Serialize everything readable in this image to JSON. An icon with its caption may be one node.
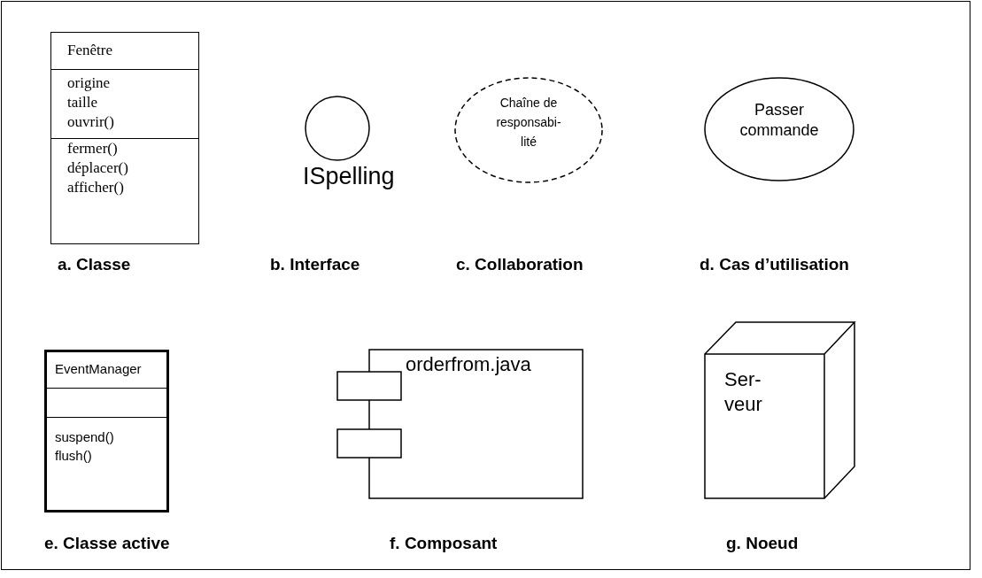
{
  "diagram": {
    "nodes": [
      {
        "text": [
          "Fenêtre",
          "origine taille ouvrir()",
          "fermer() déplacer() afficher()"
        ]
      },
      {
        "text": [
          "ISpelling"
        ]
      },
      {
        "text": [
          "Chaîne de responsabi- lité"
        ]
      },
      {
        "text": [
          "Passer commande"
        ]
      },
      {
        "text": [
          "EventManager",
          "suspend() flush()"
        ]
      },
      {
        "text": [
          "orderfrom.java"
        ]
      },
      {
        "text": [
          "Ser- veur"
        ]
      }
    ],
    "labels": [
      "a. Classe",
      "b. Interface",
      "c. Collaboration",
      "d. Cas d’utilisation",
      "e. Classe active",
      "f. Composant",
      "g. Noeud"
    ]
  }
}
